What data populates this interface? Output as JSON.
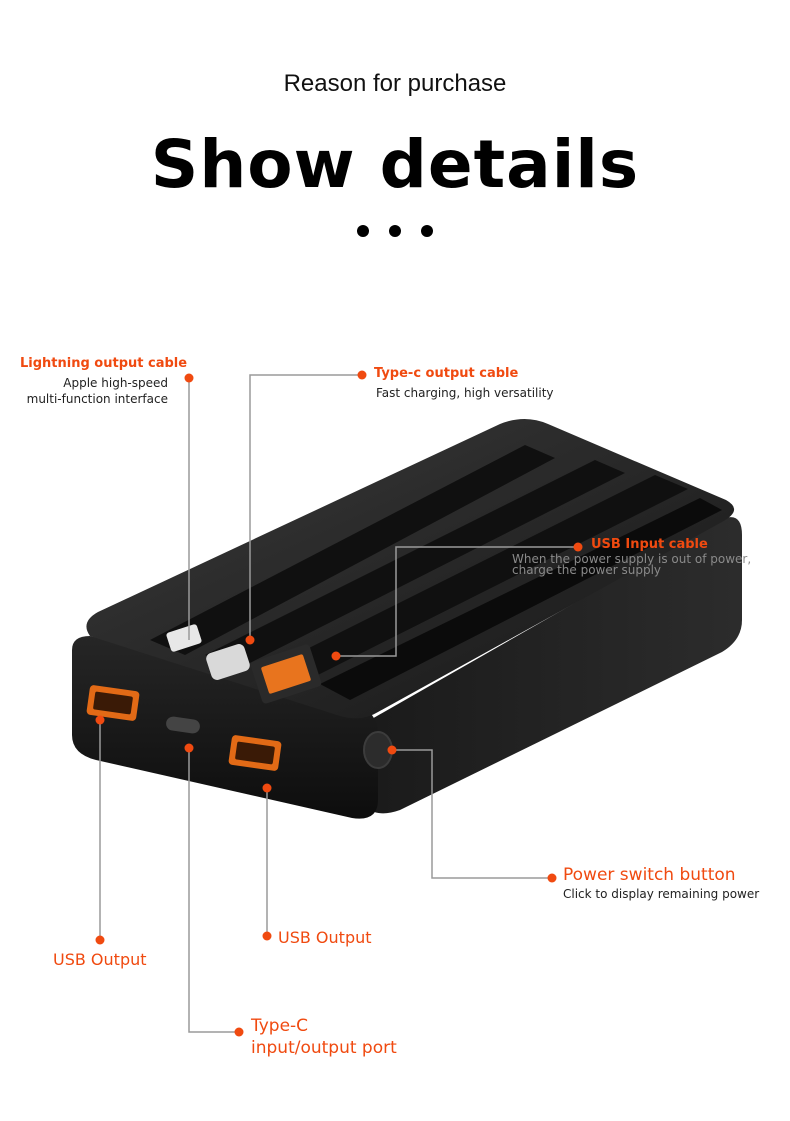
{
  "colors": {
    "accent": "#f04a10",
    "leader": "#9a9a9a",
    "device": "#1b1b1b"
  },
  "header": {
    "kicker": "Reason for purchase",
    "headline": "Show details"
  },
  "callouts": {
    "lightning": {
      "title": "Lightning output cable",
      "sub1": "Apple high-speed",
      "sub2": "multi-function interface"
    },
    "typec_cable": {
      "title": "Type-c output cable",
      "sub": "Fast charging, high versatility"
    },
    "usb_input": {
      "title": "USB Input cable",
      "sub1": "When the power supply is out of power,",
      "sub2": "charge the power supply"
    },
    "power_switch": {
      "title": "Power switch button",
      "sub": "Click to display remaining power"
    },
    "usb_output_left": {
      "title": "USB Output"
    },
    "usb_output_mid": {
      "title": "USB Output"
    },
    "typec_port": {
      "line1": "Type-C",
      "line2": "input/output port"
    }
  }
}
